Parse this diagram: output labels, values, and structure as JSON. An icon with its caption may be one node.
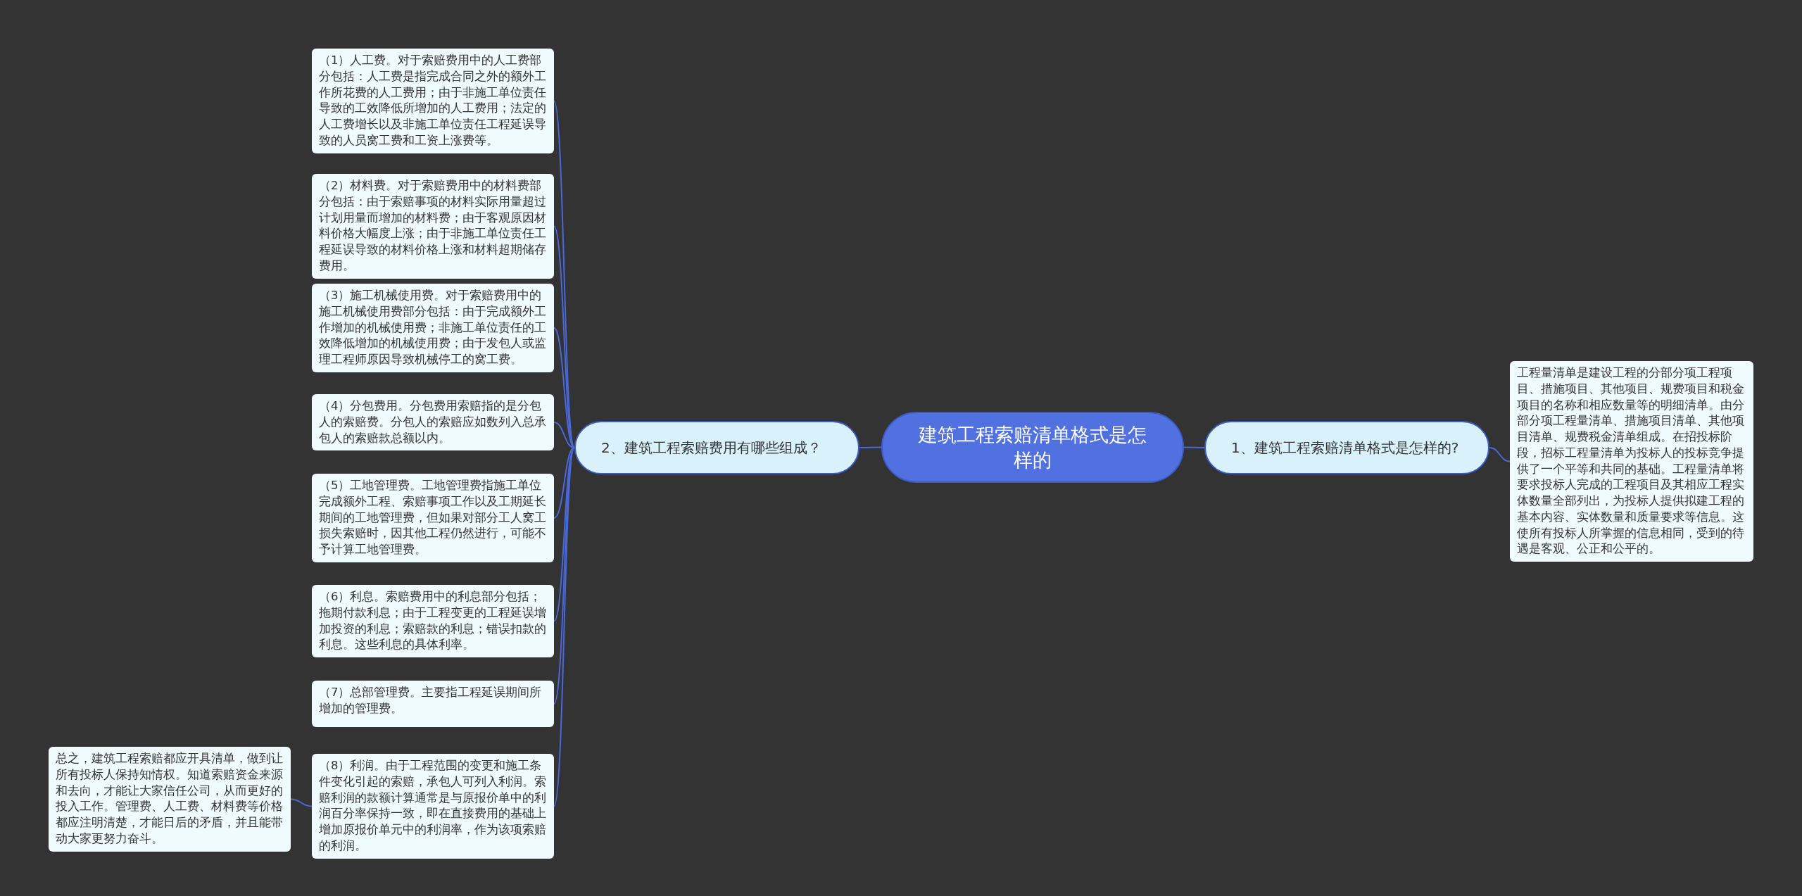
{
  "diagram": {
    "nodes": [
      {
        "text": [
          "建筑工程索赔清单格式是怎样的"
        ]
      },
      {
        "text": [
          "2、建筑工程索赔费用有哪些组成？"
        ]
      },
      {
        "text": [
          "（1）人工费。对于索赔费用中的人工费部分包括：人工费是指完成合同之外的额外工作所花费的人工费用；由于非施工单位责任导致的工效降低所增加的人工费用；法定的人工费增长以及非施工单位责任工程延误导致的人员窝工费和工资上涨费等。"
        ]
      },
      {
        "text": [
          "（2）材料费。对于索赔费用中的材料费部分包括：由于索赔事项的材料实际用量超过计划用量而增加的材料费；由于客观原因材料价格大幅度上涨；由于非施工单位责任工程延误导致的材料价格上涨和材料超期储存费用。"
        ]
      },
      {
        "text": [
          "（3）施工机械使用费。对于索赔费用中的施工机械使用费部分包括：由于完成额外工作增加的机械使用费；非施工单位责任的工效降低增加的机械使用费；由于发包人或监理工程师原因导致机械停工的窝工费。"
        ]
      },
      {
        "text": [
          "（4）分包费用。分包费用索赔指的是分包人的索赔费。分包人的索赔应如数列入总承包人的索赔款总额以内。"
        ]
      },
      {
        "text": [
          "（5）工地管理费。工地管理费指施工单位完成额外工程、索赔事项工作以及工期延长期间的工地管理费，但如果对部分工人窝工损失索赔时，因其他工程仍然进行，可能不予计算工地管理费。"
        ]
      },
      {
        "text": [
          "（6）利息。索赔费用中的利息部分包括；拖期付款利息；由于工程变更的工程延误增加投资的利息；索赔款的利息；错误扣款的利息。这些利息的具体利率。"
        ]
      },
      {
        "text": [
          "（7）总部管理费。主要指工程延误期间所增加的管理费。"
        ]
      },
      {
        "text": [
          "（8）利润。由于工程范围的变更和施工条件变化引起的索赔，承包人可列入利润。索赔利润的款额计算通常是与原报价单中的利润百分率保持一致，即在直接费用的基础上增加原报价单元中的利润率，作为该项索赔的利润。"
        ]
      },
      {
        "text": [
          "总之，建筑工程索赔都应开具清单，做到让所有投标人保持知情权。知道索赔资金来源和去向，才能让大家信任公司，从而更好的投入工作。管理费、人工费、材料费等价格都应注明清楚，才能日后的矛盾，并且能带动大家更努力奋斗。"
        ]
      },
      {
        "text": [
          "1、建筑工程索赔清单格式是怎样的?"
        ]
      },
      {
        "text": [
          "工程量清单是建设工程的分部分项工程项目、措施项目、其他项目、规费项目和税金项目的名称和相应数量等的明细清单。由分部分项工程量清单、措施项目清单、其他项目清单、规费税金清单组成。在招投标阶段，招标工程量清单为投标人的投标竞争提供了一个平等和共同的基础。工程量清单将要求投标人完成的工程项目及其相应工程实体数量全部列出，为投标人提供拟建工程的基本内容、实体数量和质量要求等信息。这使所有投标人所掌握的信息相同，受到的待遇是客观、公正和公平的。"
        ]
      }
    ],
    "edges": [
      {
        "from": 0,
        "to": 1,
        "arrow": "none"
      },
      {
        "from": 1,
        "to": 2,
        "arrow": "none"
      },
      {
        "from": 1,
        "to": 3,
        "arrow": "none"
      },
      {
        "from": 1,
        "to": 4,
        "arrow": "none"
      },
      {
        "from": 1,
        "to": 5,
        "arrow": "none"
      },
      {
        "from": 1,
        "to": 6,
        "arrow": "none"
      },
      {
        "from": 1,
        "to": 7,
        "arrow": "none"
      },
      {
        "from": 1,
        "to": 8,
        "arrow": "none"
      },
      {
        "from": 1,
        "to": 9,
        "arrow": "none"
      },
      {
        "from": 9,
        "to": 10,
        "arrow": "none"
      },
      {
        "from": 0,
        "to": 11,
        "arrow": "none"
      },
      {
        "from": 11,
        "to": 12,
        "arrow": "none"
      }
    ]
  }
}
